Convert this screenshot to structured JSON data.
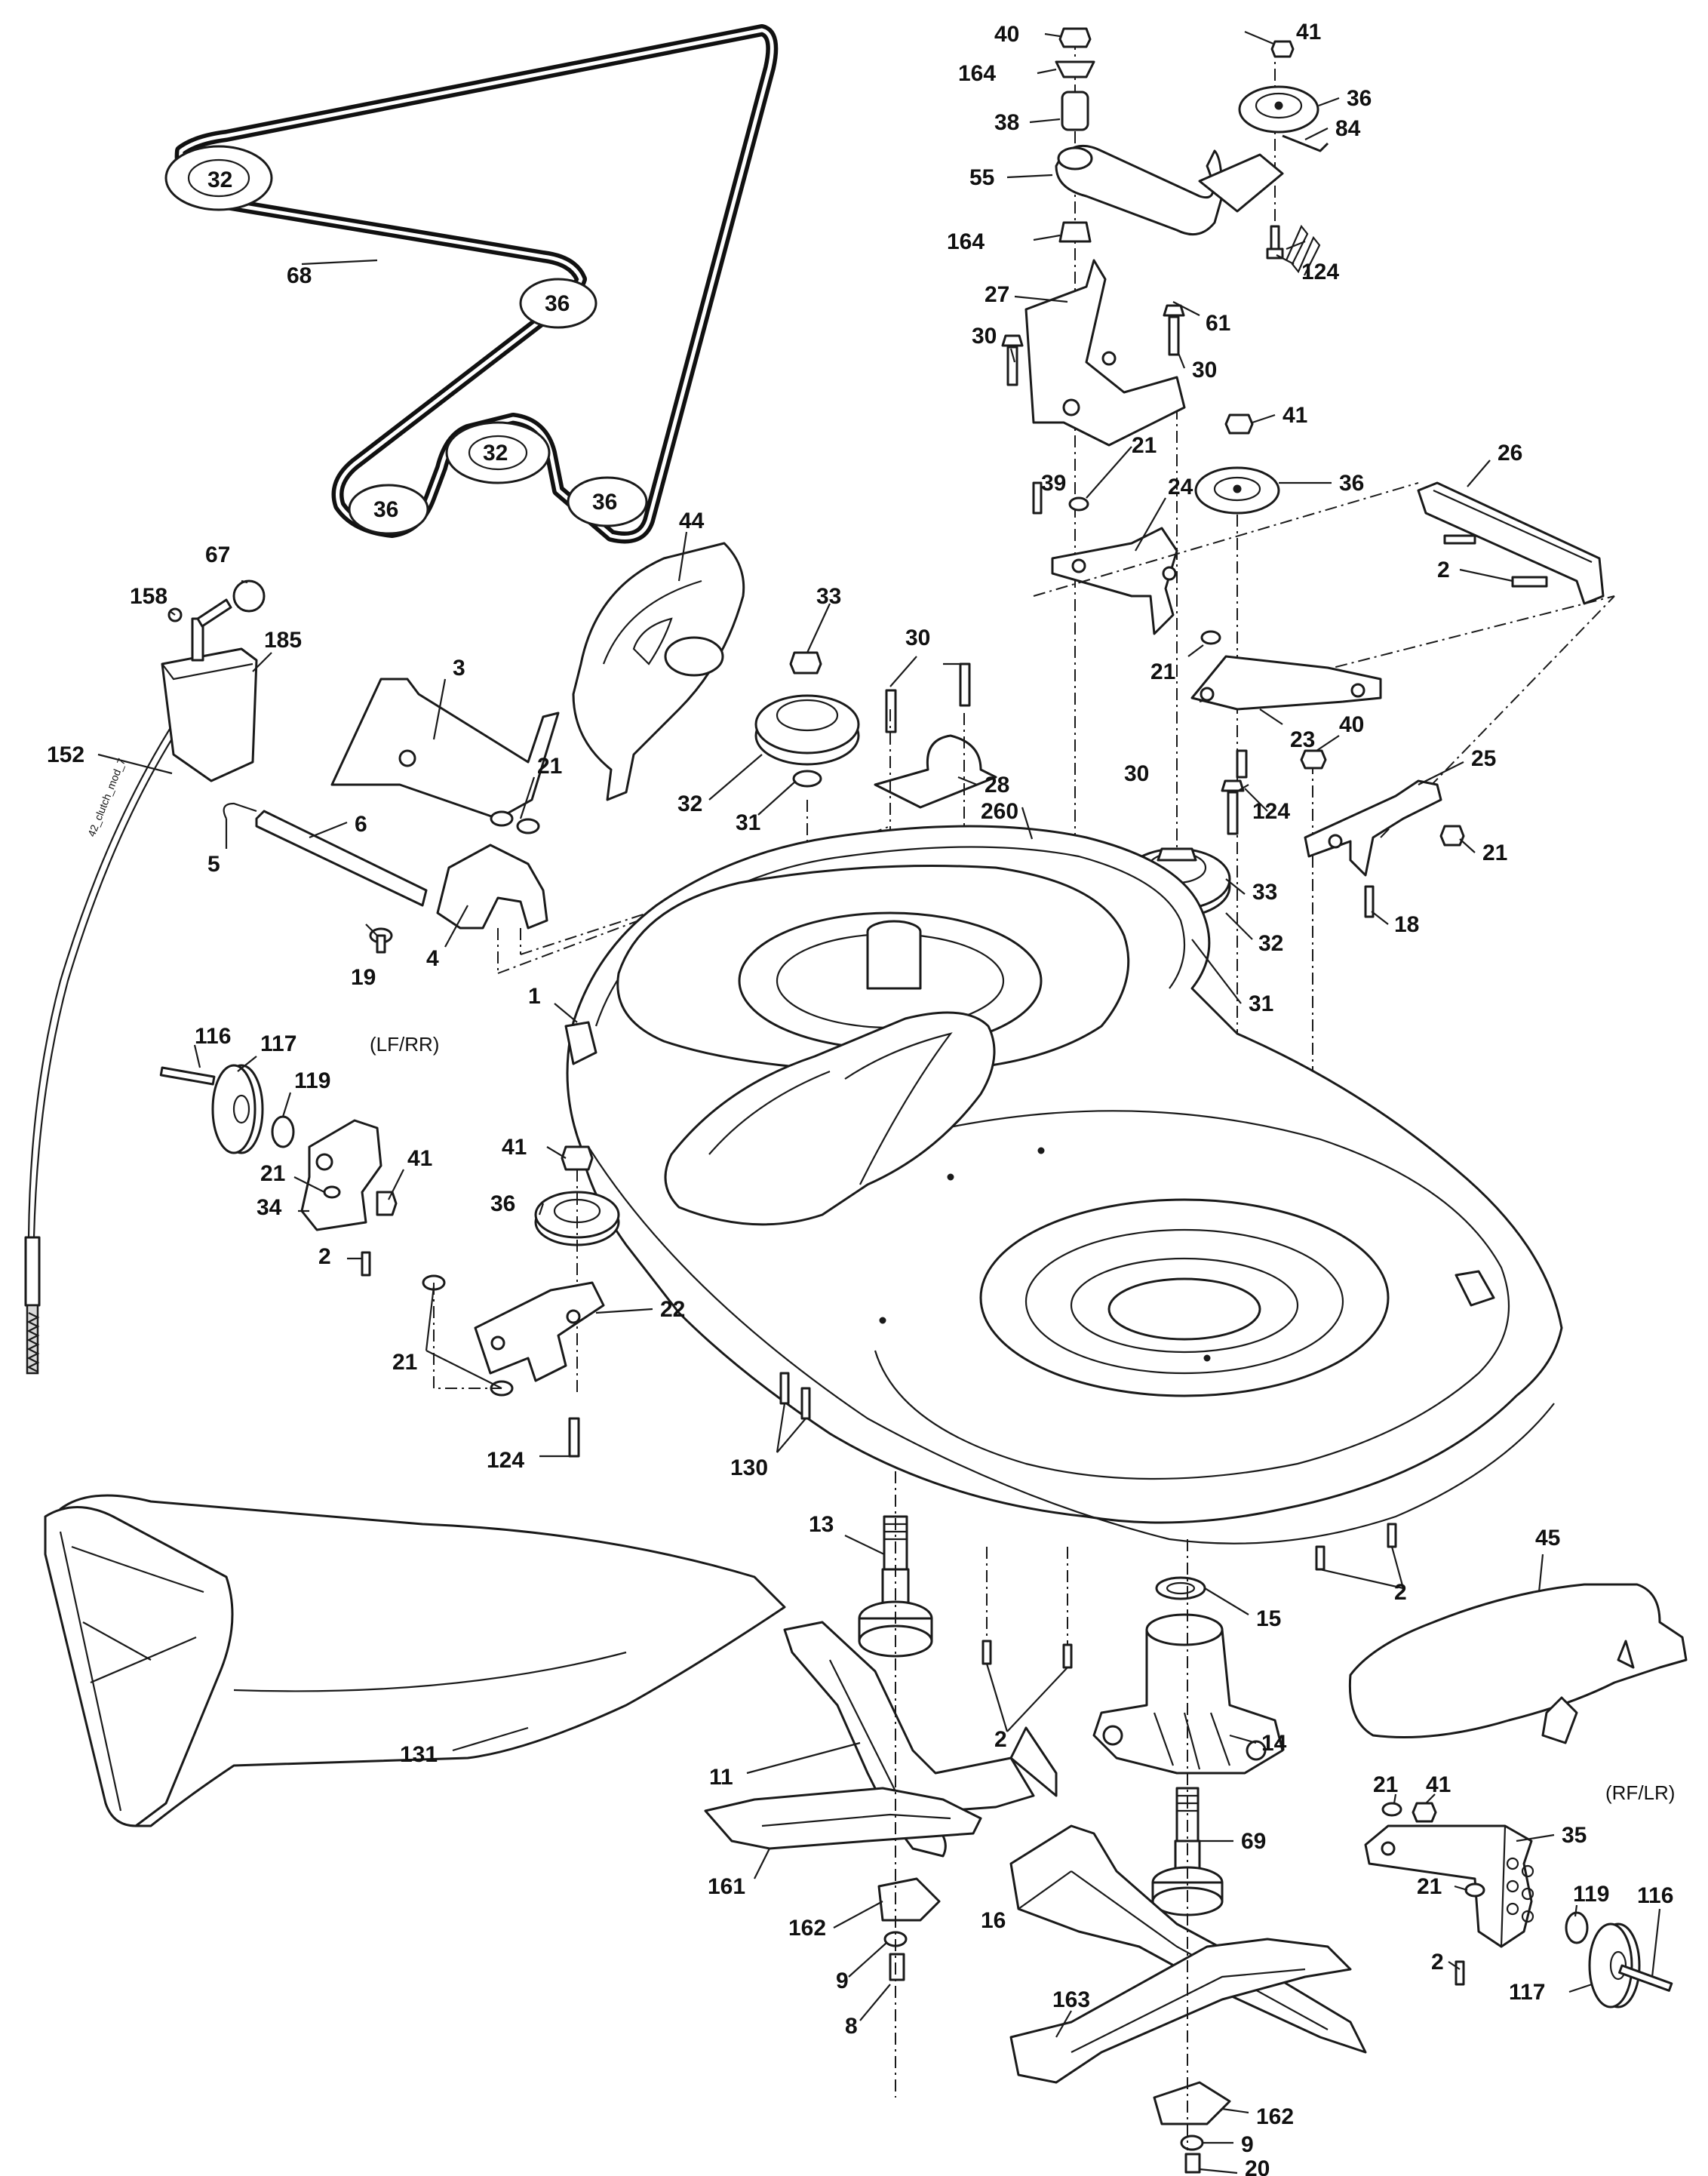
{
  "labels": {
    "p40_top": "40",
    "p41_top": "41",
    "p164_top": "164",
    "p36_top": "36",
    "p38": "38",
    "p84": "84",
    "p55": "55",
    "p164_mid": "164",
    "p124_top": "124",
    "p27": "27",
    "p61": "61",
    "p30_a": "30",
    "p30_b": "30",
    "p41_b": "41",
    "p21_a": "21",
    "p39": "39",
    "p24": "24",
    "p36_b": "36",
    "p26": "26",
    "p2_a": "2",
    "p21_b": "21",
    "p23": "23",
    "p40_b": "40",
    "p25": "25",
    "p30_c": "30",
    "p124_b": "124",
    "p21_c": "21",
    "p18": "18",
    "p33_b": "33",
    "p32_c": "32",
    "p31_b": "31",
    "belt_32_a": "32",
    "belt_68": "68",
    "belt_36_a": "36",
    "belt_32_b": "32",
    "belt_36_b": "36",
    "belt_36_c": "36",
    "p67": "67",
    "p44": "44",
    "p158": "158",
    "p185": "185",
    "p152": "152",
    "p3": "3",
    "p33_a": "33",
    "p30_d": "30",
    "p32_a": "32",
    "p31_a": "31",
    "p28": "28",
    "p260": "260",
    "p21_d": "21",
    "p6": "6",
    "p5": "5",
    "p4": "4",
    "p19": "19",
    "p1": "1",
    "p116_l": "116",
    "p117_l": "117",
    "p119_l": "119",
    "lfrr": "(LF/RR)",
    "p21_e": "21",
    "p41_c": "41",
    "p34": "34",
    "p2_b": "2",
    "p41_d": "41",
    "p36_c": "36",
    "p22": "22",
    "p21_f": "21",
    "p124_c": "124",
    "p130": "130",
    "p13": "13",
    "p2_c": "2",
    "p15": "15",
    "p45": "45",
    "p2_d": "2",
    "p14": "14",
    "p131": "131",
    "p11": "11",
    "p161": "161",
    "p162_a": "162",
    "p9_a": "9",
    "p8": "8",
    "p69": "69",
    "p16": "16",
    "p163": "163",
    "p162_b": "162",
    "p9_b": "9",
    "p20": "20",
    "rflr": "(RF/LR)",
    "p21_g": "21",
    "p41_e": "41",
    "p35": "35",
    "p21_h": "21",
    "p119_r": "119",
    "p116_r": "116",
    "p2_e": "2",
    "p117_r": "117"
  },
  "cable_text": "42_clutch_mod_7"
}
